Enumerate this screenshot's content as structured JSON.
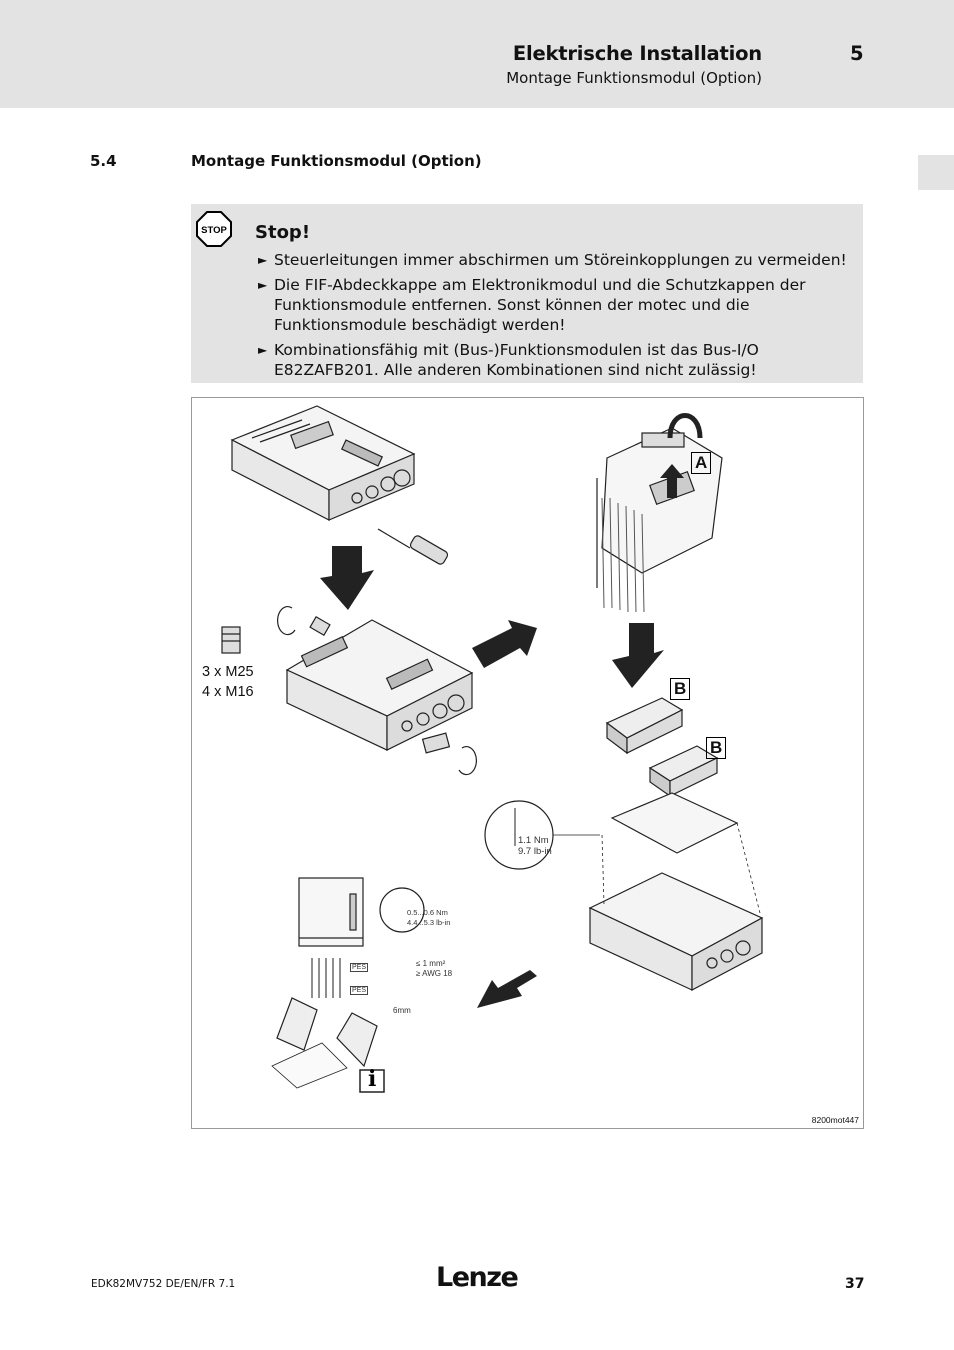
{
  "header": {
    "chapter_title": "Elektrische Installation",
    "chapter_number": "5",
    "chapter_subtitle": "Montage Funktionsmodul (Option)"
  },
  "section": {
    "number": "5.4",
    "title": "Montage Funktionsmodul (Option)"
  },
  "stop_notice": {
    "sign_text": "STOP",
    "title": "Stop!",
    "items": [
      "Steuerleitungen immer abschirmen um Störeinkopplungen zu vermeiden!",
      "Die FIF-Abdeckkappe am Elektronikmodul und die Schutzkappen der Funktionsmodule entfernen. Sonst können der motec und die Funktionsmodule beschädigt werden!",
      "Kombinationsfähig mit (Bus-)Funktionsmodulen ist das Bus-I/O E82ZAFB201. Alle anderen Kombinationen sind nicht zulässig!"
    ]
  },
  "figure": {
    "label_a": "A",
    "label_b1": "B",
    "label_b2": "B",
    "screws_line1": "3 x M25",
    "screws_line2": "4 x M16",
    "torque_1a": "1.1 Nm",
    "torque_1b": "9.7 lb-in",
    "torque_2a": "0.5...0.6 Nm",
    "torque_2b": "4.4...5.3 lb-in",
    "wire_1": "≤ 1 mm²",
    "wire_2": "≥ AWG 18",
    "strip": "6mm",
    "pes_1": "PES",
    "pes_2": "PES",
    "info_glyph": "i",
    "figure_id": "8200mot447"
  },
  "footer": {
    "doc_id": "EDK82MV752  DE/EN/FR  7.1",
    "logo": "Lenze",
    "page_number": "37"
  }
}
